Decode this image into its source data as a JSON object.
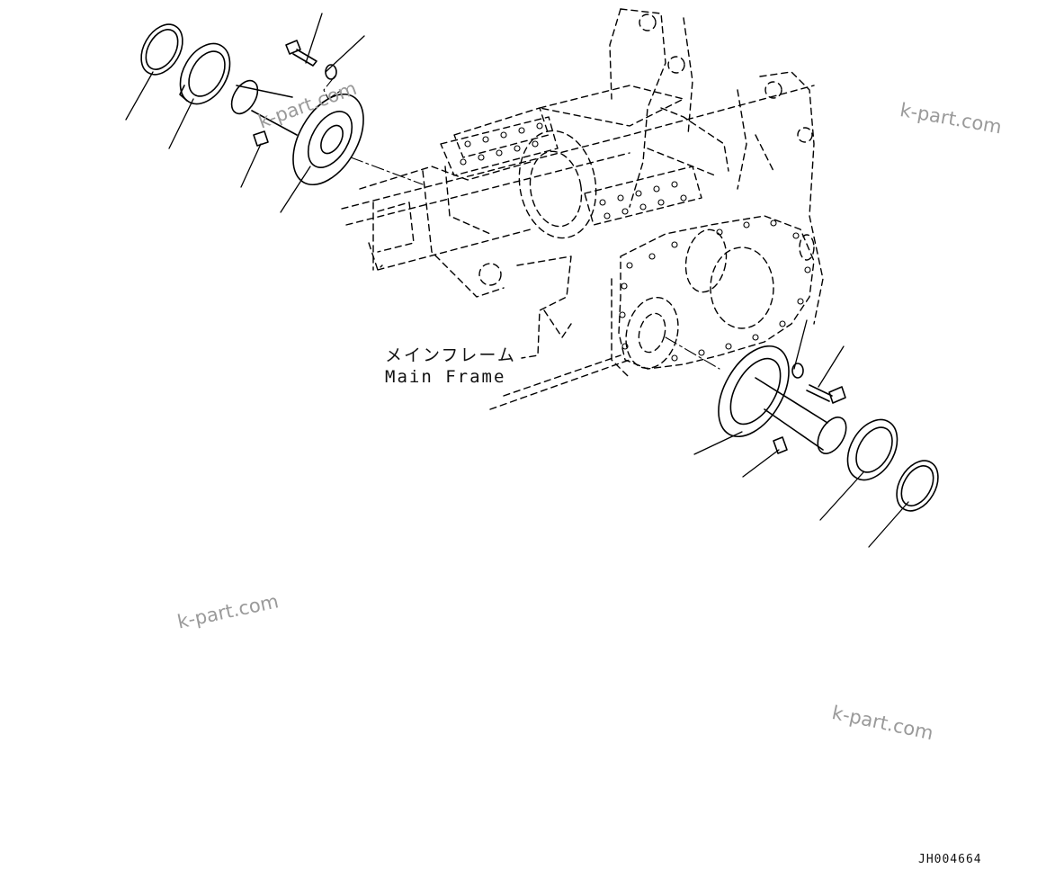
{
  "frame_label": {
    "ja": "メインフレーム",
    "en": "Main Frame"
  },
  "watermarks": [
    "k-part.com",
    "k-part.com",
    "k-part.com",
    "k-part.com"
  ],
  "drawing_code": "JH004664"
}
